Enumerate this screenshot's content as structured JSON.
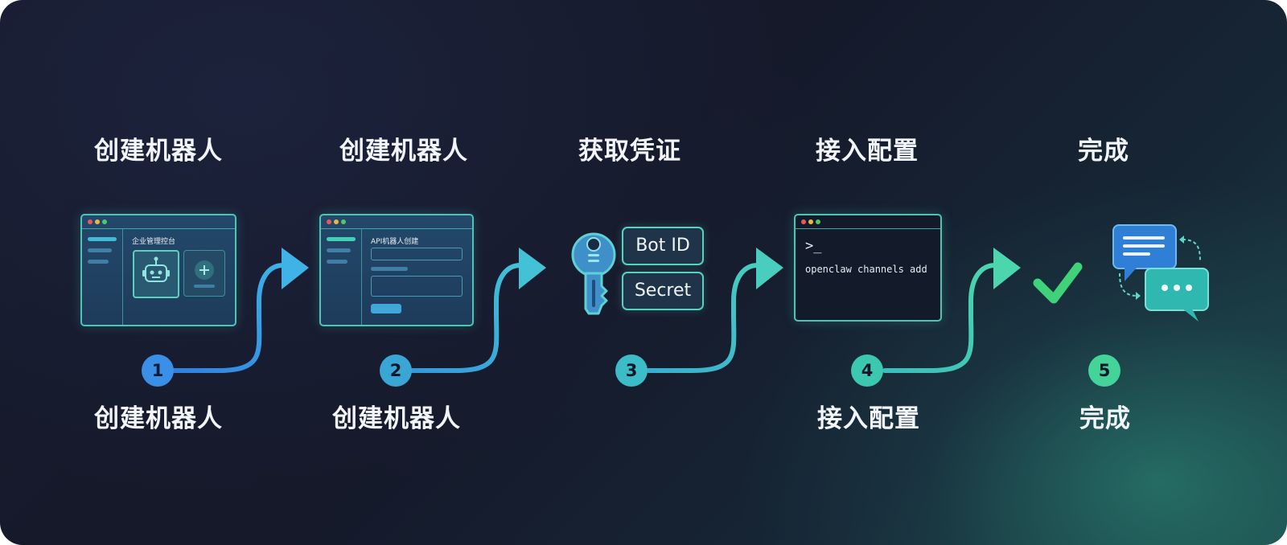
{
  "steps": [
    {
      "number": "1",
      "title_top": "创建机器人",
      "title_bottom": "创建机器人"
    },
    {
      "number": "2",
      "title_top": "创建机器人",
      "title_bottom": "创建机器人"
    },
    {
      "number": "3",
      "title_top": "获取凭证"
    },
    {
      "number": "4",
      "title_top": "接入配置",
      "title_bottom": "接入配置"
    },
    {
      "number": "5",
      "title_top": "完成",
      "title_bottom": "完成"
    }
  ],
  "window1": {
    "header": "企业管理控台",
    "icons": [
      "robot-icon",
      "plus-icon"
    ]
  },
  "window2": {
    "header": "API机器人创建"
  },
  "credentials": {
    "icon": "key-icon",
    "bot_id": "Bot ID",
    "secret": "Secret"
  },
  "terminal": {
    "prompt": ">_",
    "command": "openclaw channels add"
  },
  "done": {
    "icons": [
      "checkmark-icon",
      "chat-bubbles-icon"
    ]
  },
  "colors": {
    "step1": "#3a8fe6",
    "step2": "#3aa6d6",
    "step3": "#3bbcc6",
    "step4": "#3cc8b0",
    "step5": "#44d49a",
    "check": "#3fd27a",
    "accent": "#4cc6b4"
  }
}
